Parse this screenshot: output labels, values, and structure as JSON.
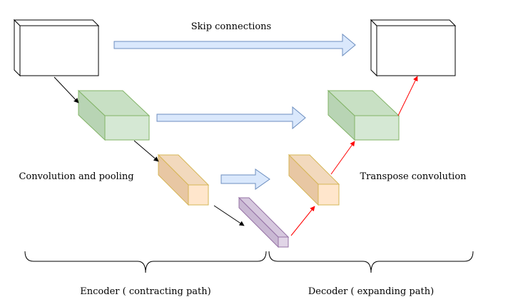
{
  "labels": {
    "skip_connections": "Skip connections",
    "convolution_pooling": "Convolution and pooling",
    "transpose_convolution": "Transpose convolution",
    "encoder": "Encoder ( contracting path)",
    "decoder": "Decoder ( expanding path)"
  },
  "colors": {
    "input_block": "#ffffff",
    "level1_block": "#d5e8d4",
    "level2_block": "#ffe6cc",
    "bottleneck_block": "#e1d5e7",
    "skip_arrow": "#dae8fc",
    "encoder_arrow": "#000000",
    "decoder_arrow": "#ff0000"
  }
}
